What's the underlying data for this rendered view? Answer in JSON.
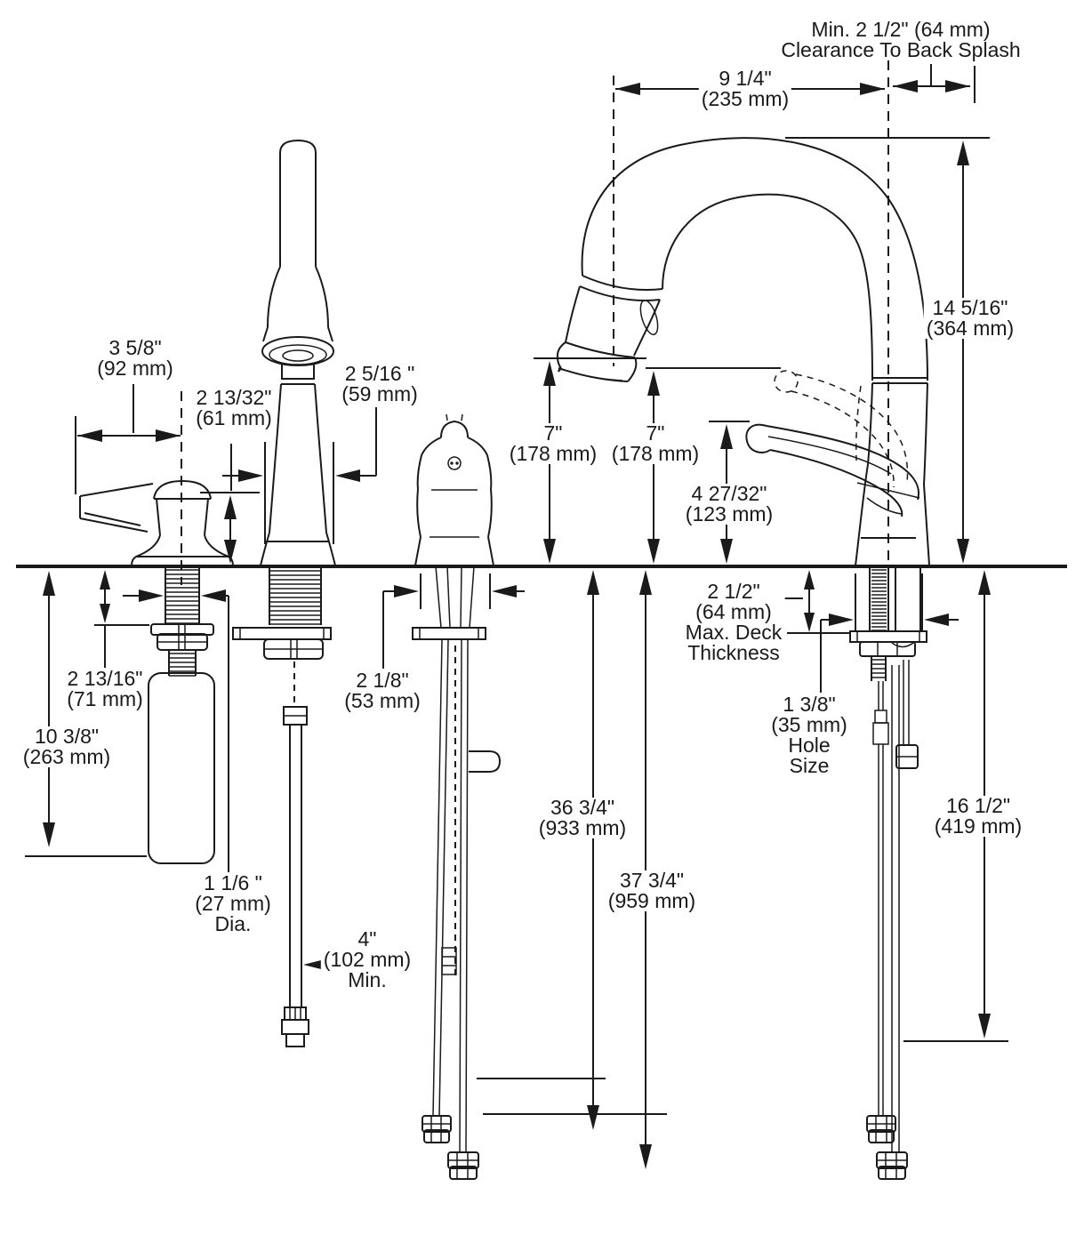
{
  "page": {
    "background": "#ffffff",
    "ink": "#1a1a1a"
  },
  "diagram": {
    "type": "technical-dimension-drawing",
    "subject": "kitchen faucet installation dimensions",
    "components": [
      "soap-dispenser",
      "spray-wand",
      "faucet-side-profile",
      "faucet-gooseneck-spout"
    ]
  },
  "dims": {
    "clearance": [
      "Min. 2 1/2\" (64 mm)",
      "Clearance To Back Splash"
    ],
    "reach": [
      "9 1/4\"",
      "(235 mm)"
    ],
    "spout_width": [
      "3 5/8\"",
      "(92 mm)"
    ],
    "dispenser_height": [
      "2 13/32\"",
      "(61 mm)"
    ],
    "wand_width": [
      "2 5/16 \"",
      "(59 mm)"
    ],
    "height_left": [
      "7\"",
      "(178 mm)"
    ],
    "height_right": [
      "7\"",
      "(178 mm)"
    ],
    "handle_height": [
      "4 27/32\"",
      "(123 mm)"
    ],
    "spout_height": [
      "14 5/16\"",
      "(364 mm)"
    ],
    "deck_thickness": [
      "2 1/2\"",
      "(64 mm)",
      "Max. Deck",
      "Thickness"
    ],
    "hole_size": [
      "1 3/8\"",
      "(35 mm)",
      "Hole",
      "Size"
    ],
    "supply_length_right": [
      "16 1/2\"",
      "(419 mm)"
    ],
    "shank_exposed": [
      "2 13/16\"",
      "(71 mm)"
    ],
    "bottle_depth": [
      "10 3/8\"",
      "(263 mm)"
    ],
    "shank_diameter": [
      "1 1/6 \"",
      "(27 mm)",
      "Dia."
    ],
    "base_width": [
      "2 1/8\"",
      "(53 mm)"
    ],
    "hose_length_a": [
      "36 3/4\"",
      "(933 mm)"
    ],
    "hose_length_b": [
      "37 3/4\"",
      "(959 mm)"
    ],
    "wand_hose_min": [
      "4\"",
      "(102 mm)",
      "Min."
    ]
  }
}
